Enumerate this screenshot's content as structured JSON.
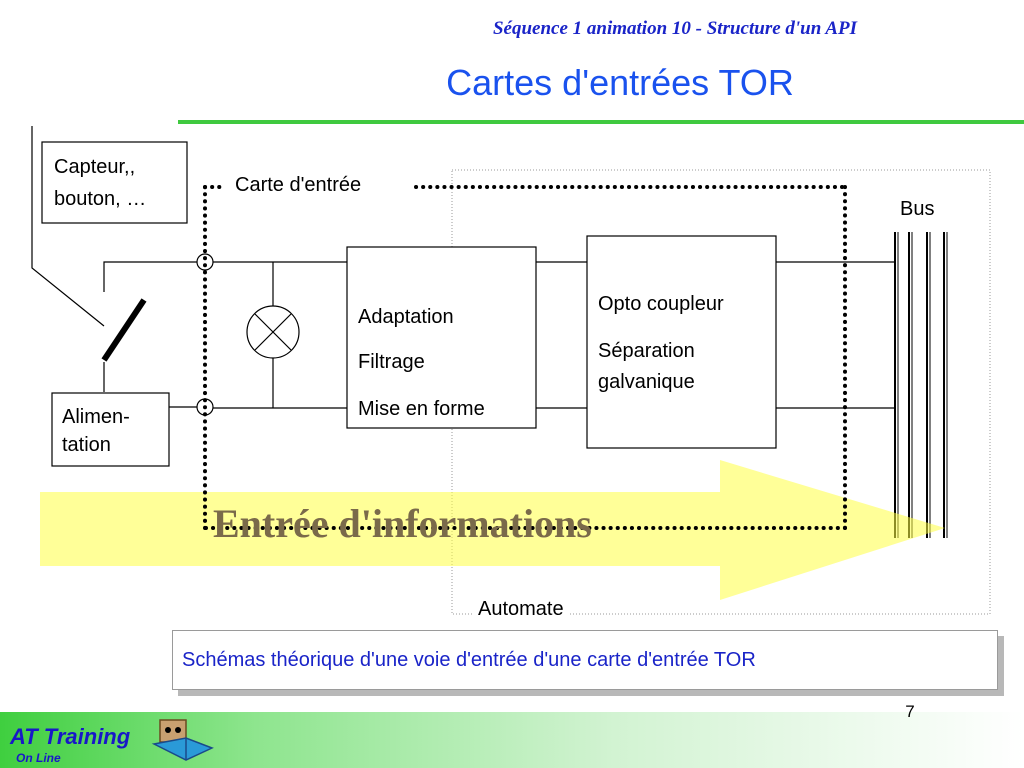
{
  "header": {
    "subtitle": "Séquence 1 animation 10 - Structure d'un API",
    "title": "Cartes d'entrées TOR"
  },
  "diagram": {
    "sensor_box": {
      "line1": "Capteur,,",
      "line2": "bouton, …"
    },
    "power_box": {
      "line1": "Alimen-",
      "line2": "tation"
    },
    "card_label": "Carte d'entrée",
    "adaptation_box": {
      "line1": "Adaptation",
      "line2": "Filtrage",
      "line3": "Mise en forme"
    },
    "opto_box": {
      "line1": "Opto coupleur",
      "line2": "Séparation",
      "line3": "galvanique"
    },
    "bus_label": "Bus",
    "plc_label": "Automate",
    "arrow_text": "Entrée d'informations"
  },
  "caption": "Schémas théorique d'une voie d'entrée d'une carte d'entrée TOR",
  "footer": {
    "page_number": "7",
    "logo_main": "AT Training",
    "logo_sub": "On Line"
  },
  "colors": {
    "accent_green": "#3fc93f",
    "title_blue": "#1a52ee",
    "arrow_yellow": "#ffff66"
  }
}
